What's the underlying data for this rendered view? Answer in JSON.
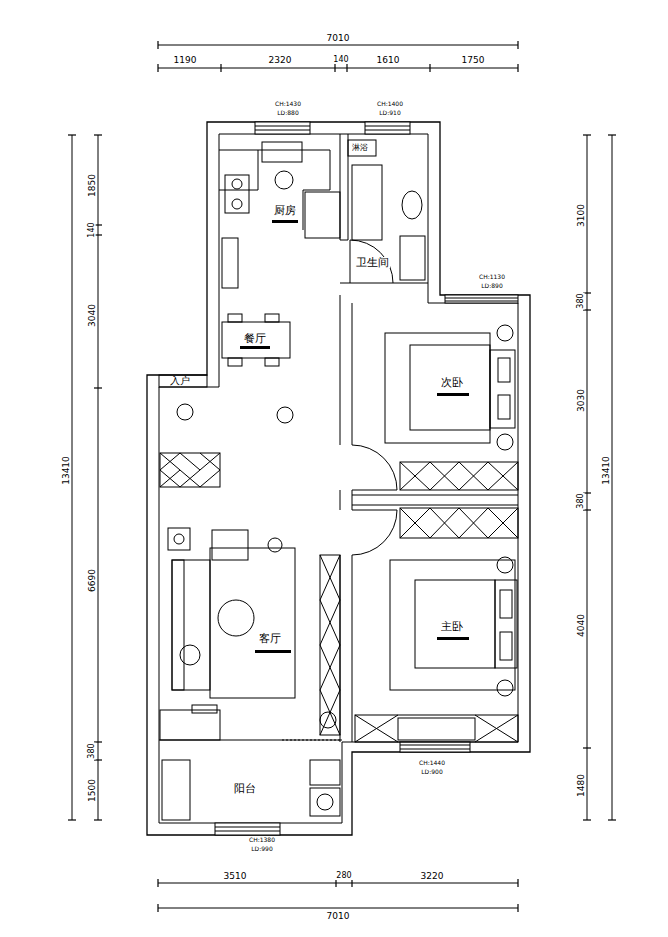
{
  "diagram": {
    "labels": [
      "7010",
      "1190",
      "2320",
      "140",
      "1610",
      "1750",
      "CH:1430",
      "LD:880",
      "CH:1400",
      "LD:910",
      "厨房",
      "淋浴",
      "卫生间",
      "CH:1130",
      "LD:890",
      "餐厅",
      "入户",
      "次卧",
      "主卧",
      "客厅",
      "CH:1440",
      "LD:900",
      "阳台",
      "CH:1380",
      "LD:990",
      "3510",
      "280",
      "3220",
      "7010",
      "13410",
      "1850",
      "140",
      "3040",
      "6690",
      "380",
      "1500",
      "3100",
      "380",
      "3030",
      "380",
      "4040",
      "1480",
      "13410"
    ]
  }
}
